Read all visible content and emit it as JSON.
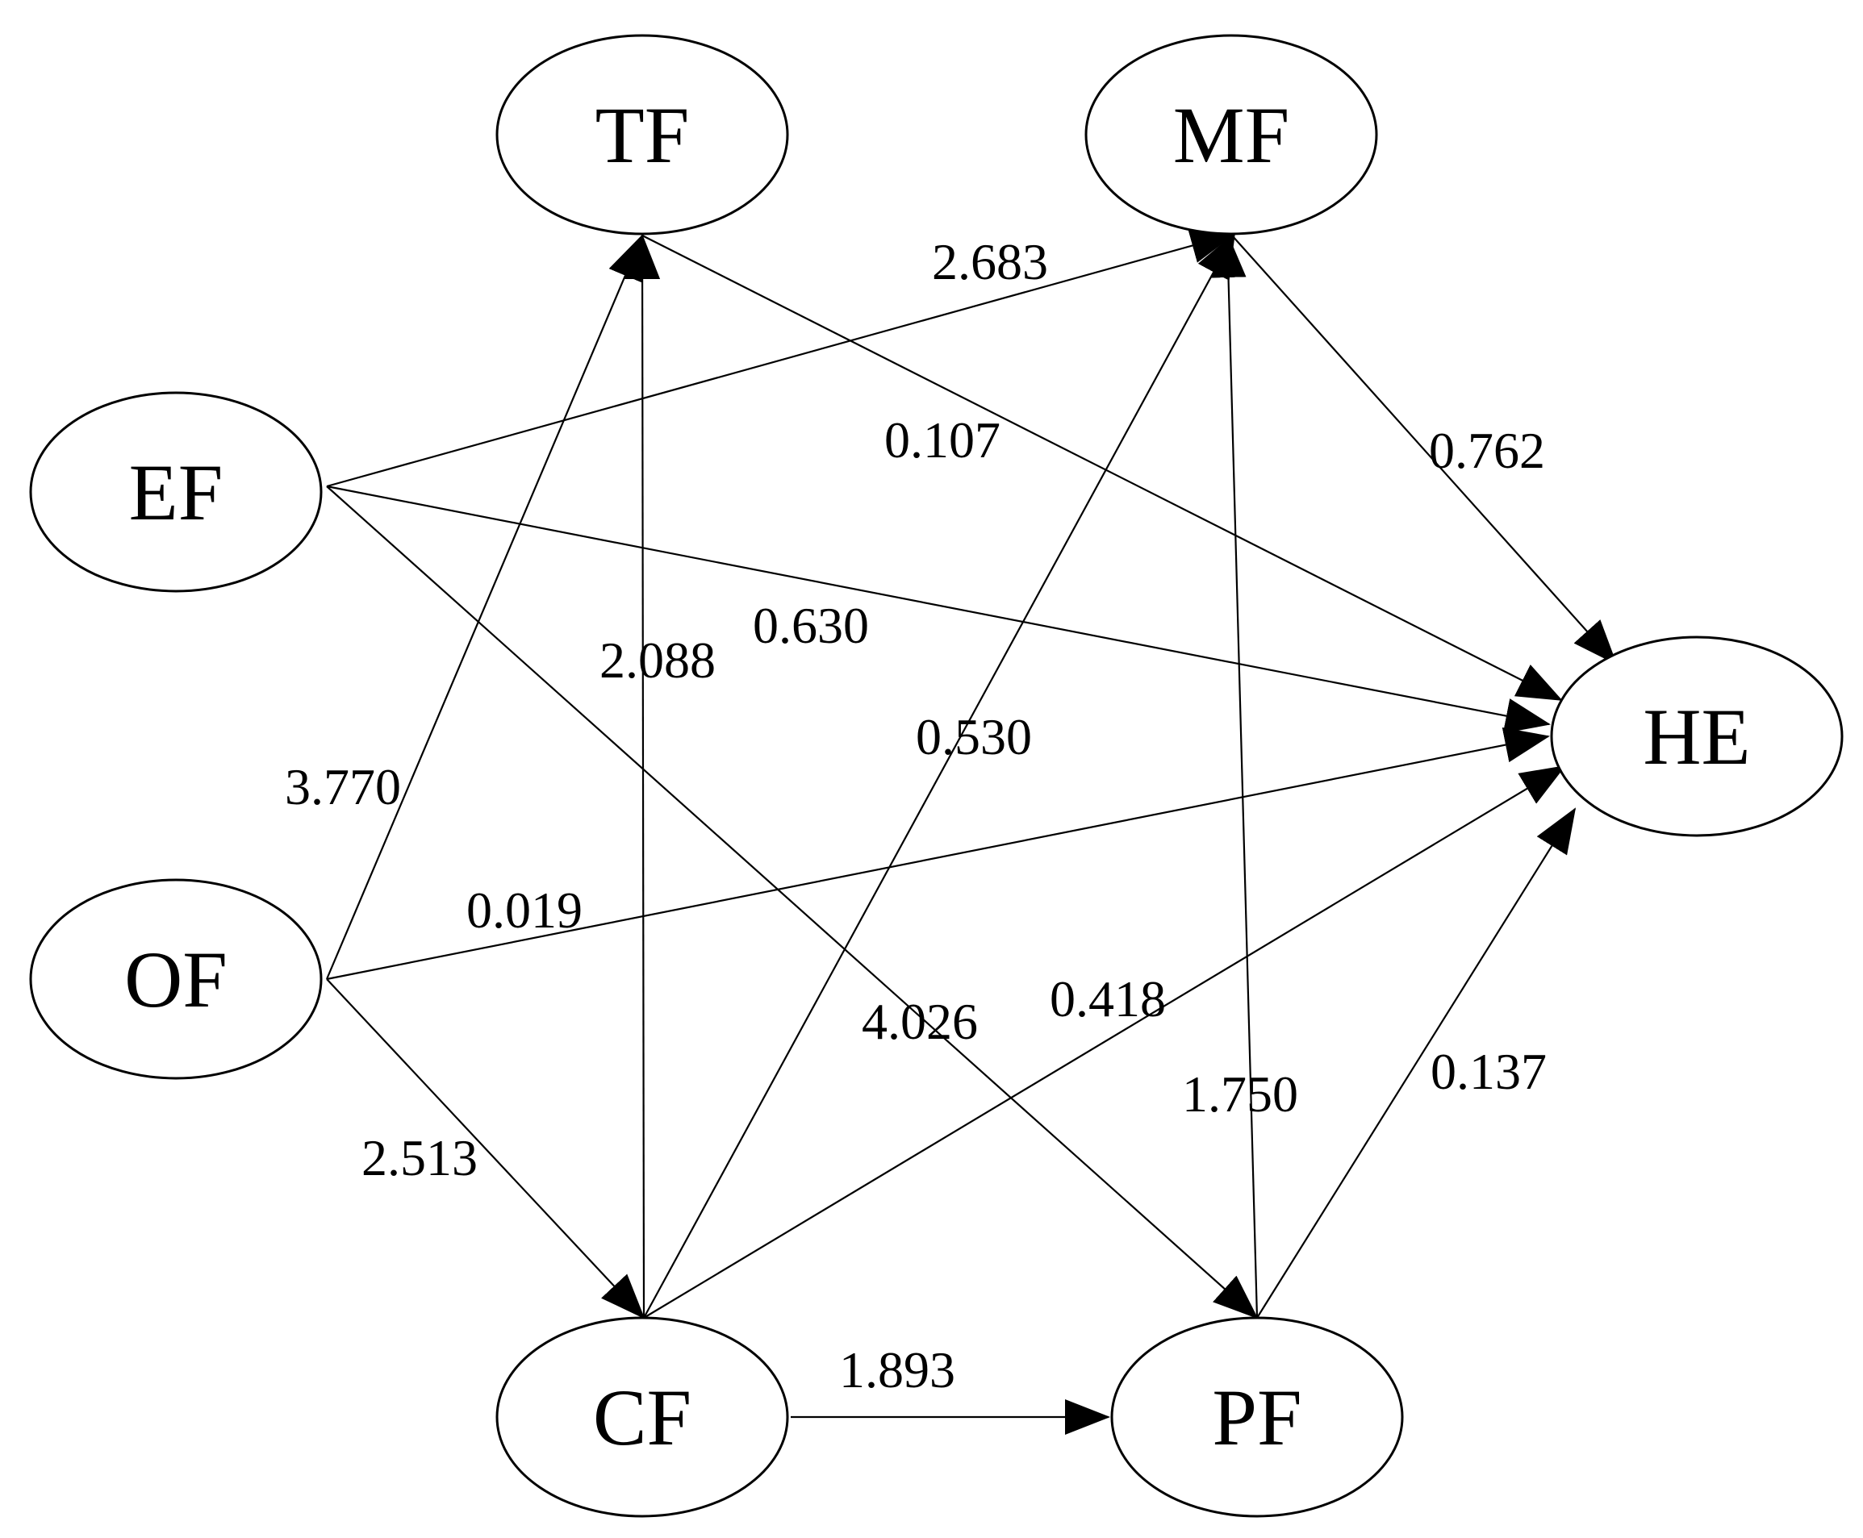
{
  "nodes": [
    {
      "id": "TF",
      "label": "TF"
    },
    {
      "id": "MF",
      "label": "MF"
    },
    {
      "id": "EF",
      "label": "EF"
    },
    {
      "id": "HE",
      "label": "HE"
    },
    {
      "id": "OF",
      "label": "OF"
    },
    {
      "id": "CF",
      "label": "CF"
    },
    {
      "id": "PF",
      "label": "PF"
    }
  ],
  "edges": [
    {
      "from": "EF",
      "to": "MF",
      "weight": "2.683"
    },
    {
      "from": "TF",
      "to": "HE",
      "weight": "0.107"
    },
    {
      "from": "MF",
      "to": "HE",
      "weight": "0.762"
    },
    {
      "from": "EF",
      "to": "HE",
      "weight": "0.630"
    },
    {
      "from": "CF",
      "to": "TF",
      "weight": "2.088"
    },
    {
      "from": "CF",
      "to": "MF",
      "weight": "0.530"
    },
    {
      "from": "OF",
      "to": "TF",
      "weight": "3.770"
    },
    {
      "from": "OF",
      "to": "HE",
      "weight": "0.019"
    },
    {
      "from": "EF",
      "to": "PF",
      "weight": "4.026"
    },
    {
      "from": "CF",
      "to": "HE",
      "weight": "0.418"
    },
    {
      "from": "PF",
      "to": "MF",
      "weight": "1.750"
    },
    {
      "from": "PF",
      "to": "HE",
      "weight": "0.137"
    },
    {
      "from": "OF",
      "to": "CF",
      "weight": "2.513"
    },
    {
      "from": "CF",
      "to": "PF",
      "weight": "1.893"
    }
  ]
}
